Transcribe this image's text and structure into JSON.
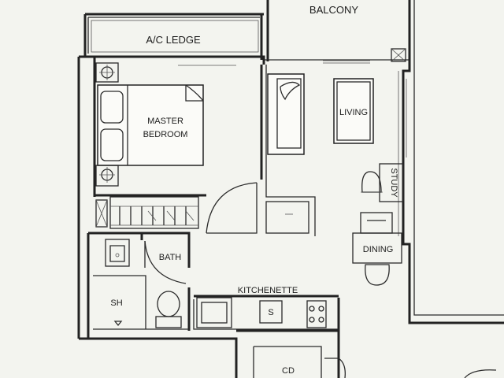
{
  "rooms": {
    "balcony": "BALCONY",
    "ac_ledge": "A/C LEDGE",
    "master_bedroom_line1": "MASTER",
    "master_bedroom_line2": "BEDROOM",
    "living": "LIVING",
    "study": "STUDY",
    "dining": "DINING",
    "bath": "BATH",
    "shower": "SH",
    "kitchenette": "KITCHENETTE",
    "cd": "CD"
  },
  "fixtures": {
    "stove_symbol": "S"
  }
}
